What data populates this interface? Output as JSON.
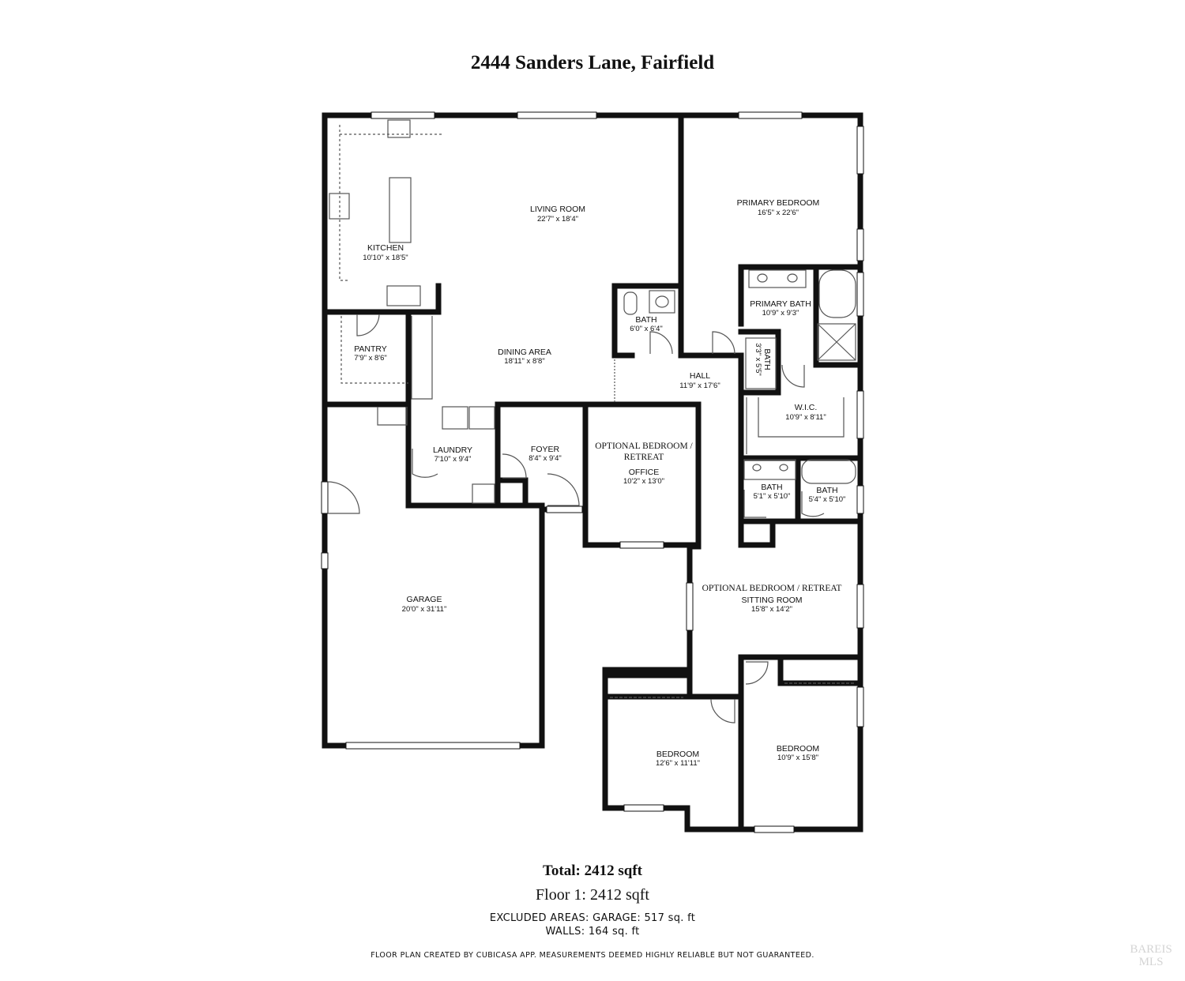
{
  "title": "2444 Sanders Lane, Fairfield",
  "rooms": {
    "living_room": {
      "name": "LIVING ROOM",
      "dims": "22'7\" x 18'4\""
    },
    "kitchen": {
      "name": "KITCHEN",
      "dims": "10'10\" x 18'5\""
    },
    "primary_bedroom": {
      "name": "PRIMARY BEDROOM",
      "dims": "16'5\" x 22'6\""
    },
    "primary_bath": {
      "name": "PRIMARY BATH",
      "dims": "10'9\" x 9'3\""
    },
    "bath_hall": {
      "name": "BATH",
      "dims": "6'0\" x 6'4\""
    },
    "bath_small": {
      "name": "BATH",
      "dims": "3'3\" x 5'5\""
    },
    "pantry": {
      "name": "PANTRY",
      "dims": "7'9\" x 8'6\""
    },
    "dining_area": {
      "name": "DINING AREA",
      "dims": "18'11\" x 8'8\""
    },
    "hall": {
      "name": "HALL",
      "dims": "11'9\" x 17'6\""
    },
    "wic": {
      "name": "W.I.C.",
      "dims": "10'9\" x 8'11\""
    },
    "laundry": {
      "name": "LAUNDRY",
      "dims": "7'10\" x 9'4\""
    },
    "foyer": {
      "name": "FOYER",
      "dims": "8'4\" x 9'4\""
    },
    "office": {
      "name1": "OPTIONAL BEDROOM /",
      "name2": "RETREAT",
      "name3": "OFFICE",
      "dims": "10'2\" x 13'0\""
    },
    "bath_a": {
      "name": "BATH",
      "dims": "5'1\" x 5'10\""
    },
    "bath_b": {
      "name": "BATH",
      "dims": "5'4\" x 5'10\""
    },
    "garage": {
      "name": "GARAGE",
      "dims": "20'0\" x 31'11\""
    },
    "sitting_room": {
      "name1": "OPTIONAL BEDROOM / RETREAT",
      "name2": "SITTING ROOM",
      "dims": "15'8\" x 14'2\""
    },
    "bedroom_left": {
      "name": "BEDROOM",
      "dims": "12'6\" x 11'11\""
    },
    "bedroom_right": {
      "name": "BEDROOM",
      "dims": "10'9\" x 15'8\""
    }
  },
  "summary": {
    "total": "Total: 2412 sqft",
    "floor1": "Floor 1:  2412 sqft",
    "excluded": "EXCLUDED AREAS: GARAGE: 517 sq. ft",
    "walls": "WALLS: 164 sq. ft",
    "disclaimer": "FLOOR PLAN CREATED BY CUBICASA APP. MEASUREMENTS DEEMED HIGHLY RELIABLE BUT NOT GUARANTEED."
  },
  "watermark": "BAREIS MLS",
  "colors": {
    "wall": "#111111",
    "window": "#ffffff",
    "fixture": "#555555"
  }
}
